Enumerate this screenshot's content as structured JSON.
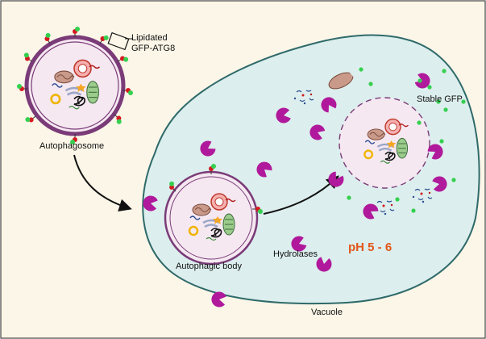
{
  "labels": {
    "lipidated_line1": "Lipidated",
    "lipidated_line2": "GFP-ATG8",
    "autophagosome": "Autophagosome",
    "autophagic_body": "Autophagic body",
    "hydrolases": "Hydrolases",
    "stable_gfp": "Stable GFP",
    "ph": "pH 5 - 6",
    "vacuole": "Vacuole"
  },
  "colors": {
    "background": "#fbf6e8",
    "vacuole_fill": "#dceeed",
    "vacuole_stroke": "#2f6a6a",
    "membrane": "#7a3b78",
    "body_fill": "#f5e8f1",
    "hydrolase": "#b0199b",
    "gfp": "#35d04f",
    "lipid_red": "#d71920",
    "ph_text": "#e2561b"
  },
  "icons": [
    "gfp-atg8-marker-icon",
    "hydrolase-icon",
    "mitochondrion-icon",
    "chloroplast-icon",
    "nucleus-icon",
    "golgi-icon",
    "dna-icon",
    "vesicle-icon",
    "arrow-icon"
  ]
}
